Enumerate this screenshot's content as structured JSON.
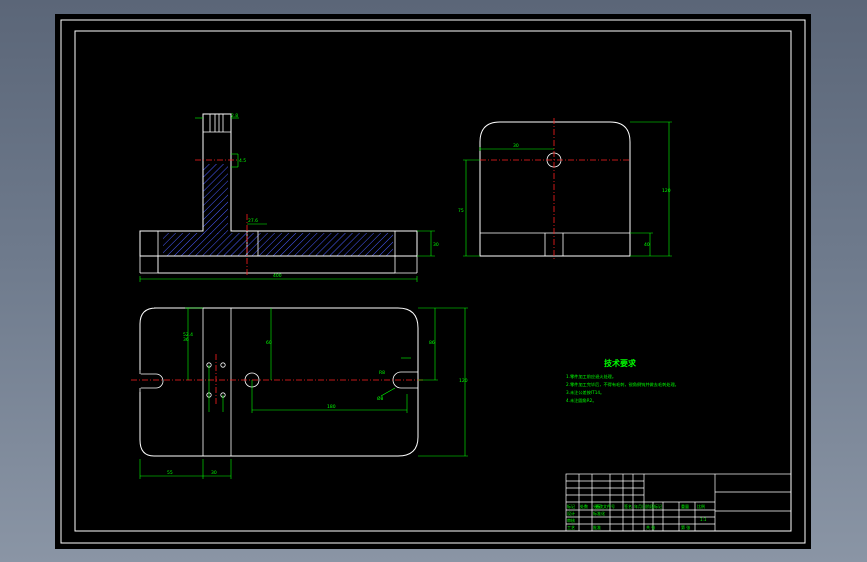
{
  "colors": {
    "outline": "#ffffff",
    "dimension": "#00ff00",
    "centerline": "#ff2020",
    "hatch": "#4a5cff",
    "background": "#000000"
  },
  "front_view": {
    "dims": {
      "total_width": "400",
      "base_height": "30",
      "top_width": "2.8",
      "rib": "4.5",
      "slot": "27.6"
    }
  },
  "side_view": {
    "dims": {
      "width": "30",
      "overall_height": "120",
      "left_height": "75",
      "bottom": "40"
    }
  },
  "top_view": {
    "dims": {
      "left_offset": "36",
      "offset2": "60",
      "hole_pitch": "180",
      "right_upper": "86",
      "overall": "120",
      "bottom_left": "55",
      "bottom_small": "30",
      "hole_dia": "R8",
      "vertical": "52.4",
      "slot_dia": "Ø8"
    }
  },
  "technical_requirements": {
    "title": "技术要求",
    "lines": [
      "1.零件加工前应退火处理。",
      "2.零件加工完毕后，不得有毛刺，锐角倒钝并做去毛刺处理。",
      "3.未注公差按IT14。",
      "4.未注圆角R2。"
    ]
  },
  "title_block": {
    "row1": [
      "标记",
      "处数",
      "分区",
      "更改文件号",
      "签名",
      "年月日"
    ],
    "row2": [
      "设计",
      "",
      "标准化",
      "",
      "阶段标记",
      "重量",
      "比例"
    ],
    "row3": [
      "审核",
      "",
      "",
      "",
      "",
      "",
      "1:1"
    ],
    "row4": [
      "工艺",
      "",
      "批准",
      "",
      "共 张",
      "第 张"
    ]
  }
}
